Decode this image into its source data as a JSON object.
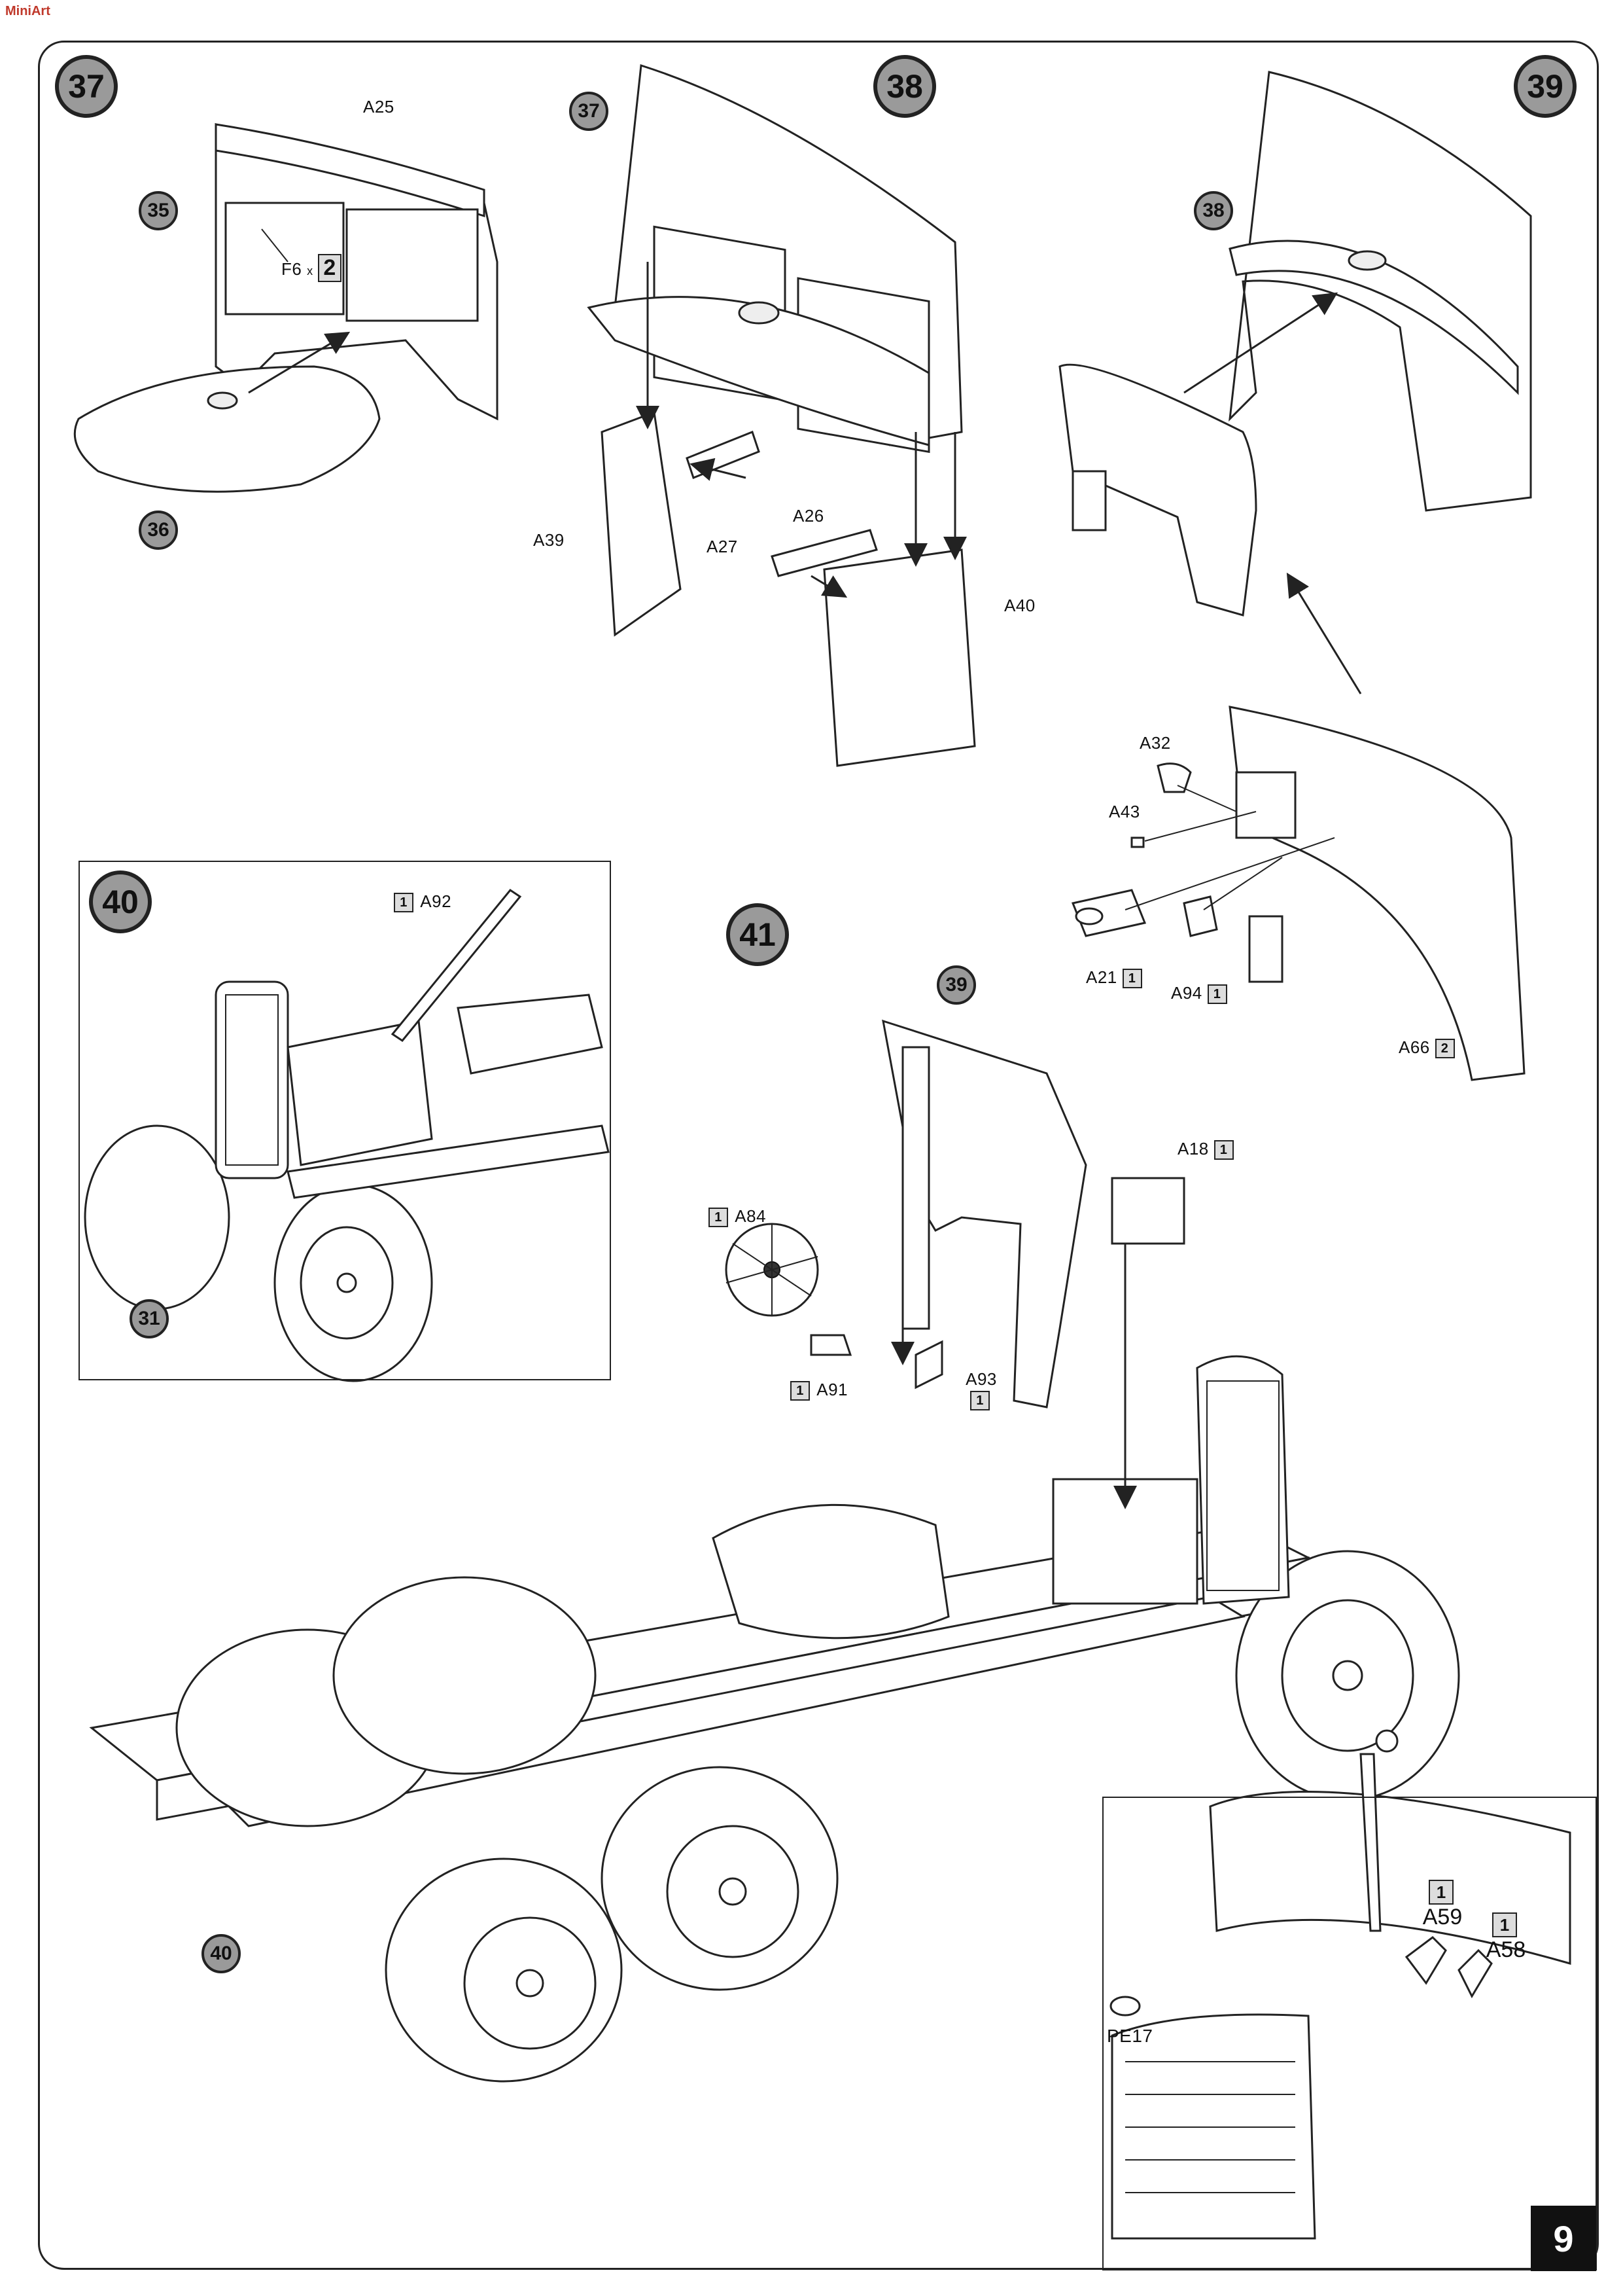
{
  "logo_text": "MiniArt",
  "page_number": "9",
  "steps": {
    "s37": "37",
    "s38": "38",
    "s39": "39",
    "s40": "40",
    "s41": "41"
  },
  "refs": {
    "r35": "35",
    "r36": "36",
    "r37": "37",
    "r38": "38",
    "r39": "39",
    "r31": "31",
    "r40": "40"
  },
  "labels": {
    "A25": "A25",
    "F6": "F6",
    "F6_count": "2",
    "F6_mult": "x",
    "A39": "A39",
    "A27": "A27",
    "A26": "A26",
    "A40": "A40",
    "A32": "A32",
    "A43": "A43",
    "A21": "A21",
    "A21_qty": "1",
    "A94": "A94",
    "A94_qty": "1",
    "A66": "A66",
    "A66_qty": "2",
    "A92": "A92",
    "A92_qty": "1",
    "A18": "A18",
    "A18_qty": "1",
    "A84": "A84",
    "A84_qty": "1",
    "A91": "A91",
    "A91_qty": "1",
    "A93": "A93",
    "A93_qty": "1",
    "A59": "A59",
    "A59_qty": "1",
    "A58": "A58",
    "A58_qty": "1",
    "PE17": "PE17"
  }
}
